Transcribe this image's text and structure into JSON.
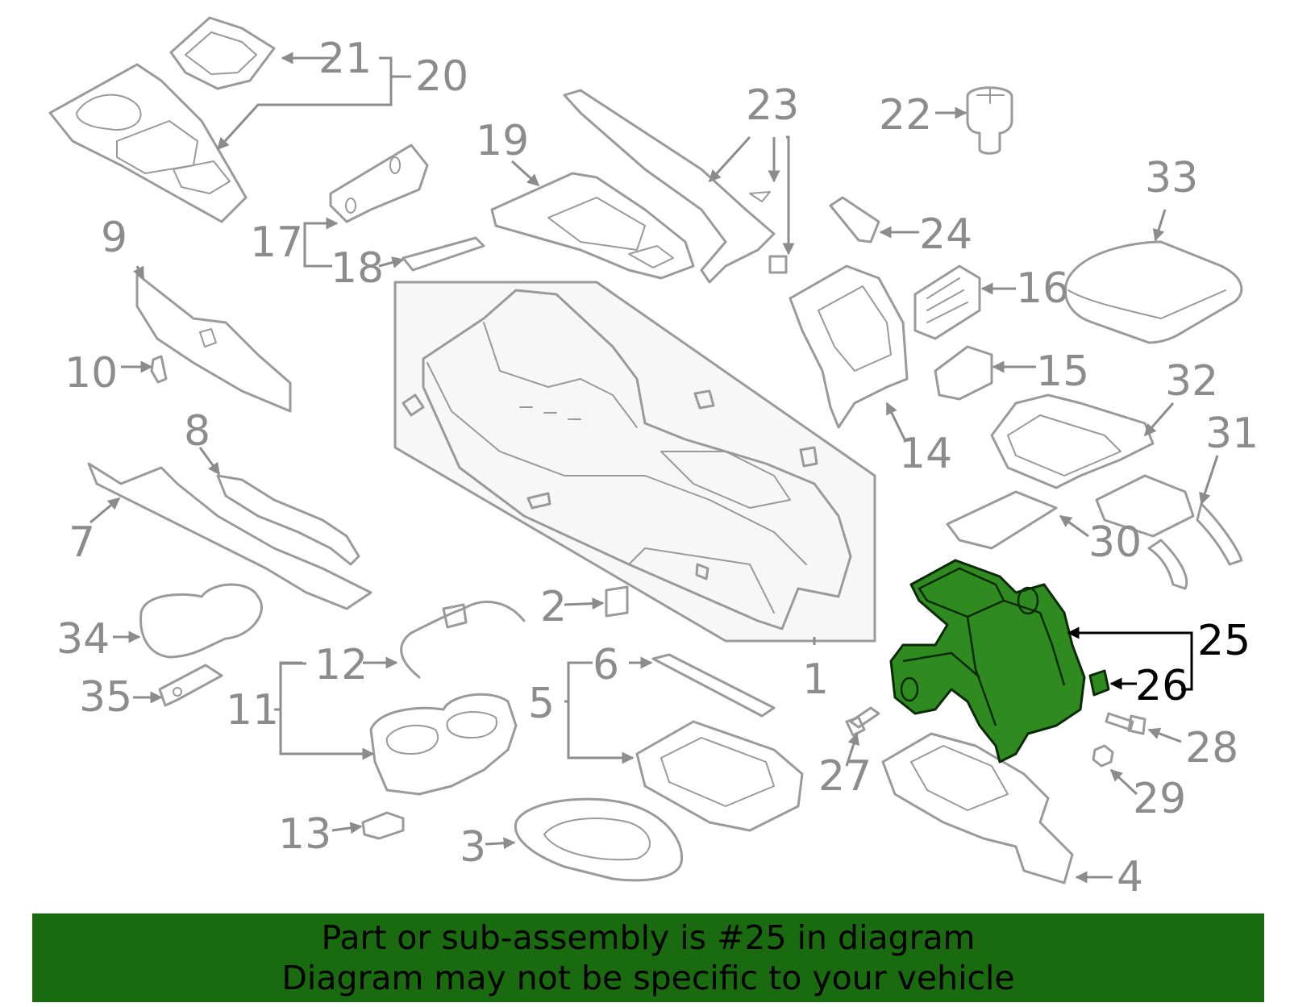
{
  "diagram": {
    "highlight_color": "#2f8a1f",
    "banner_color": "#1a6a10",
    "callouts": {
      "c1": "1",
      "c2": "2",
      "c3": "3",
      "c4": "4",
      "c5": "5",
      "c6": "6",
      "c7": "7",
      "c8": "8",
      "c9": "9",
      "c10": "10",
      "c11": "11",
      "c12": "12",
      "c13": "13",
      "c14": "14",
      "c15": "15",
      "c16": "16",
      "c17": "17",
      "c18": "18",
      "c19": "19",
      "c20": "20",
      "c21": "21",
      "c22": "22",
      "c23": "23",
      "c24": "24",
      "c25": "25",
      "c26": "26",
      "c27": "27",
      "c28": "28",
      "c29": "29",
      "c30": "30",
      "c31": "31",
      "c32": "32",
      "c33": "33",
      "c34": "34",
      "c35": "35"
    }
  },
  "banner": {
    "line1": "Part or sub-assembly is #25 in diagram",
    "line2": "Diagram may not be specific to your vehicle"
  }
}
